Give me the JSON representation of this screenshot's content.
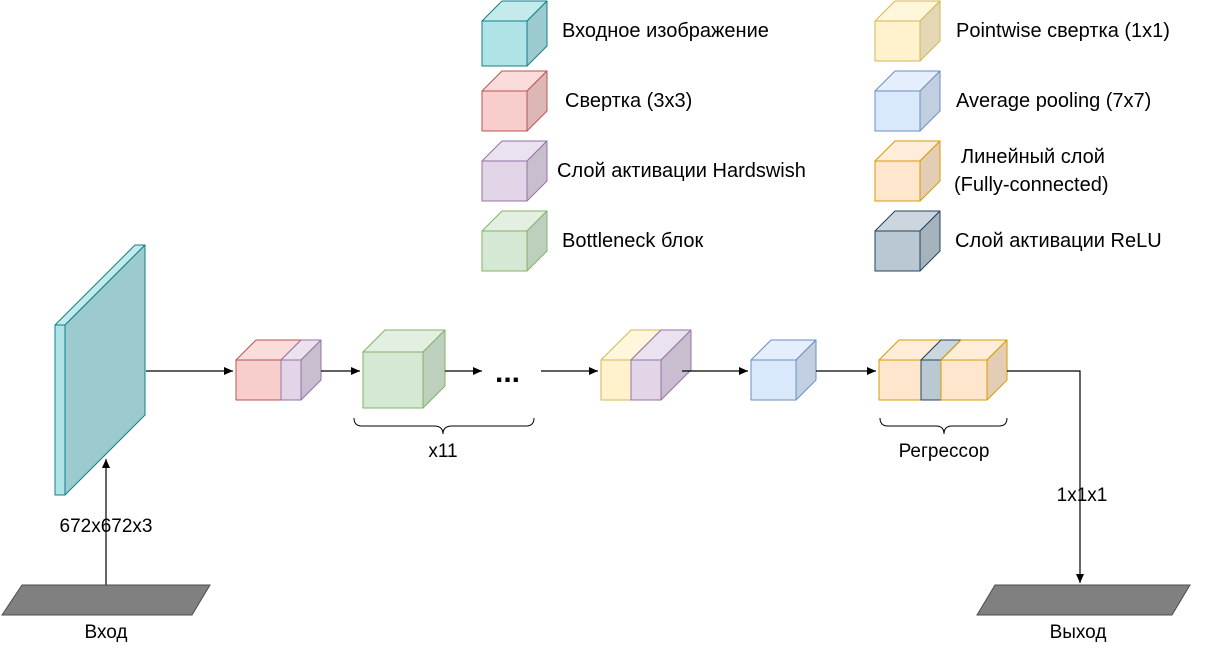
{
  "colors": {
    "input": {
      "front": "#b0e3e6",
      "side": "#9ccbcf",
      "top": "#c4eaec",
      "stroke": "#0e8088"
    },
    "conv": {
      "front": "#f8cecc",
      "side": "#ddb7b5",
      "top": "#fadcda",
      "stroke": "#b85450"
    },
    "activation_hardswish": {
      "front": "#e1d5e7",
      "side": "#c9bdd0",
      "top": "#eae2ee",
      "stroke": "#9673a6"
    },
    "bottleneck": {
      "front": "#d5e8d4",
      "side": "#bdd0bd",
      "top": "#e2efe1",
      "stroke": "#82b366"
    },
    "pointwise_conv": {
      "front": "#fff2cc",
      "side": "#e3d7b5",
      "top": "#fff6db",
      "stroke": "#d6b656"
    },
    "avg_pool": {
      "front": "#dae8fc",
      "side": "#c2cfe1",
      "top": "#e5eefd",
      "stroke": "#6c8ebf"
    },
    "linear": {
      "front": "#ffe6cc",
      "side": "#e3cdb5",
      "top": "#ffedda",
      "stroke": "#d79b00"
    },
    "activation_relu": {
      "front": "#bac8d3",
      "side": "#a6b2bc",
      "top": "#cbd6de",
      "stroke": "#23445d"
    },
    "io_block": "#808080"
  },
  "legend": {
    "input_image": "Входное изображение",
    "conv": "Свертка (3x3)",
    "hardswish": "Слой активации Hardswish",
    "bottleneck": "Bottleneck блок",
    "pointwise": "Pointwise свертка (1x1)",
    "avg_pool": "Average pooling (7x7)",
    "linear_line1": "Линейный слой",
    "linear_line2": "(Fully-connected)",
    "relu": "Слой активации ReLU"
  },
  "diagram": {
    "input_dims": "672x672x3",
    "input_label": "Вход",
    "repeat_label": "x11",
    "ellipsis": "...",
    "regressor_label": "Регрессор",
    "output_dims": "1x1x1",
    "output_label": "Выход"
  }
}
